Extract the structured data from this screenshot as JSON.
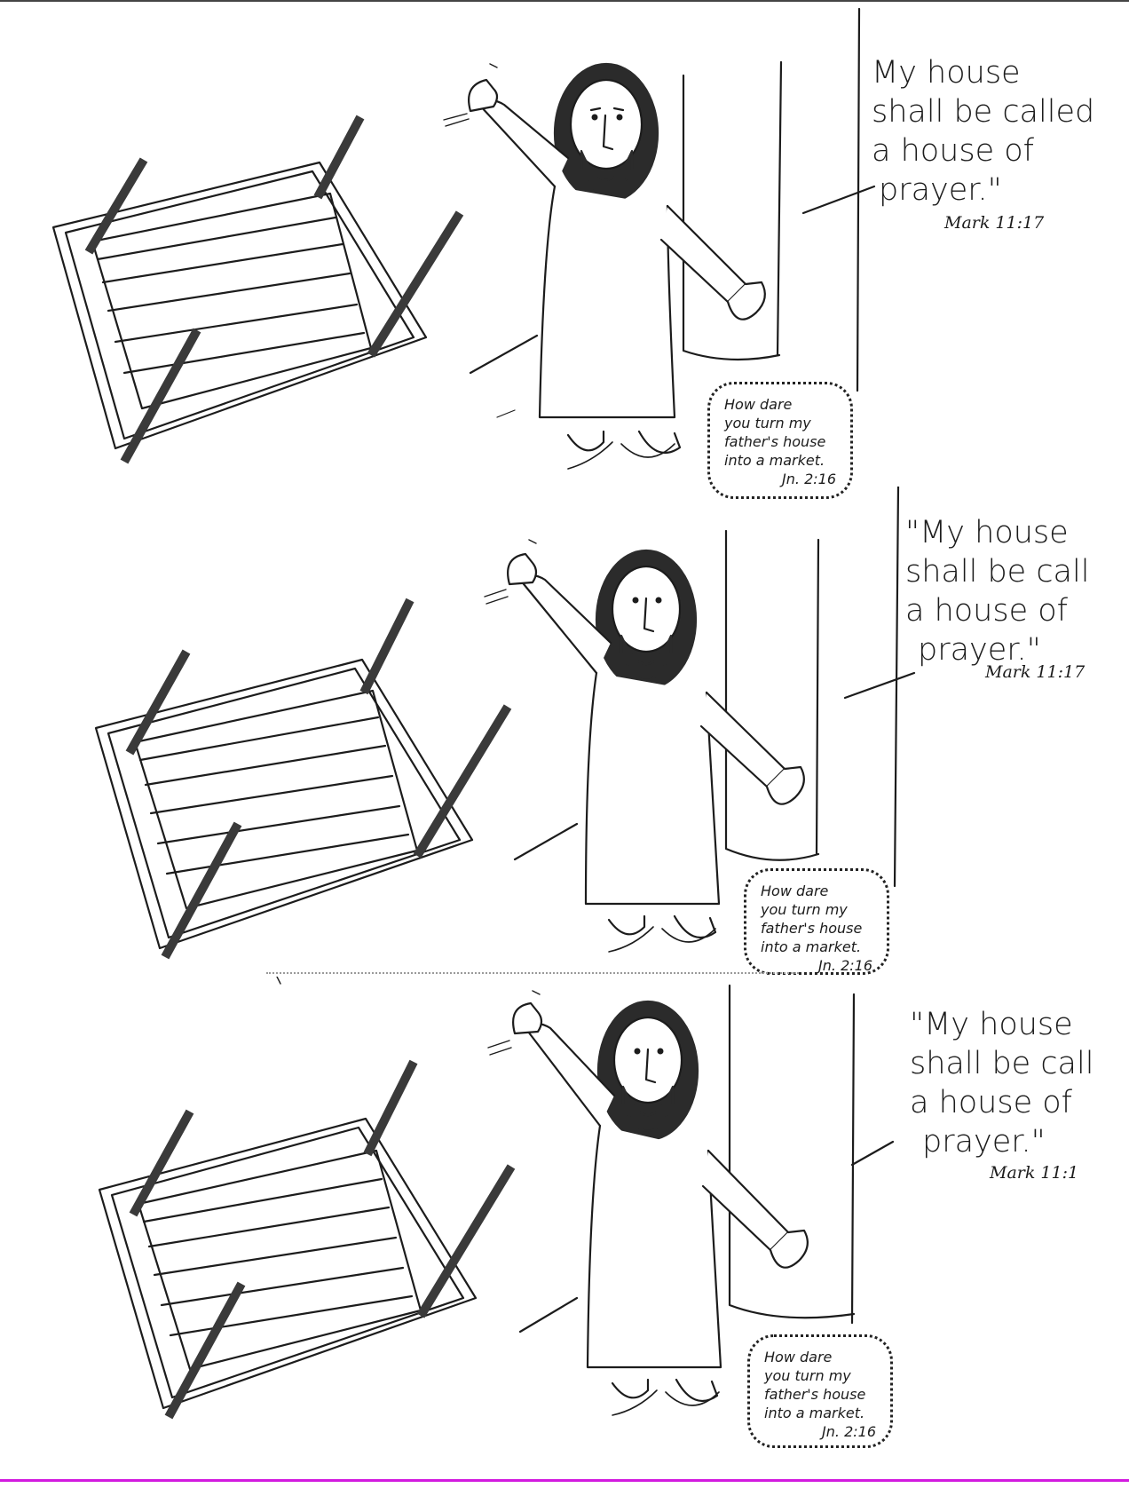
{
  "panels": [
    {
      "quote_lines": [
        "My house",
        "shall be called",
        "a house of",
        "prayer.\""
      ],
      "quote_ref": "Mark 11:17",
      "bubble_lines": [
        "How dare",
        "you turn my",
        "father's house",
        "into a market."
      ],
      "bubble_ref": "Jn. 2:16"
    },
    {
      "quote_lines": [
        "\"My house",
        "shall be call",
        "a house of",
        "prayer.\""
      ],
      "quote_ref": "Mark 11:17",
      "bubble_lines": [
        "How dare",
        "you turn my",
        "father's house",
        "into a market."
      ],
      "bubble_ref": "Jn. 2:16"
    },
    {
      "quote_lines": [
        "\"My house",
        "shall be call",
        "a house of",
        "prayer.\""
      ],
      "quote_ref": "Mark 11:1",
      "bubble_lines": [
        "How dare",
        "you turn my",
        "father's house",
        "into a market."
      ],
      "bubble_ref": "Jn. 2:16"
    }
  ],
  "colors": {
    "ink": "#1c1c1c",
    "hair": "#2a2a2a",
    "beard": "#2b2b2b",
    "rule": "#d21adf"
  },
  "illustration": [
    "overturned-table",
    "jesus-figure",
    "pillar",
    "speech-bubble"
  ]
}
